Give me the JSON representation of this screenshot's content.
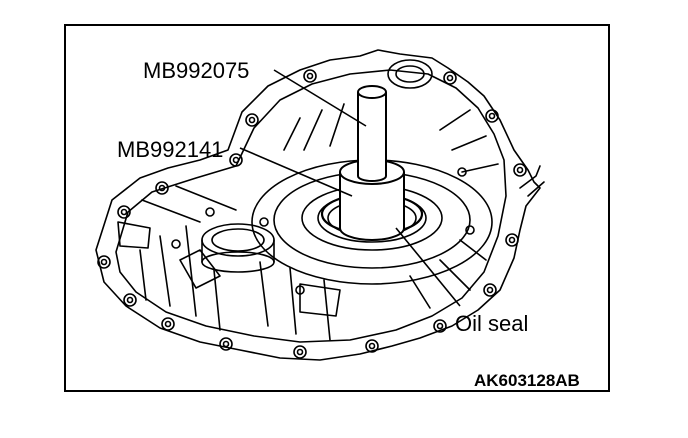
{
  "callouts": {
    "tool_upper": "MB992075",
    "tool_lower": "MB992141",
    "part": "Oil seal"
  },
  "figure_id": "AK603128AB",
  "colors": {
    "line": "#000000",
    "background": "#ffffff"
  }
}
